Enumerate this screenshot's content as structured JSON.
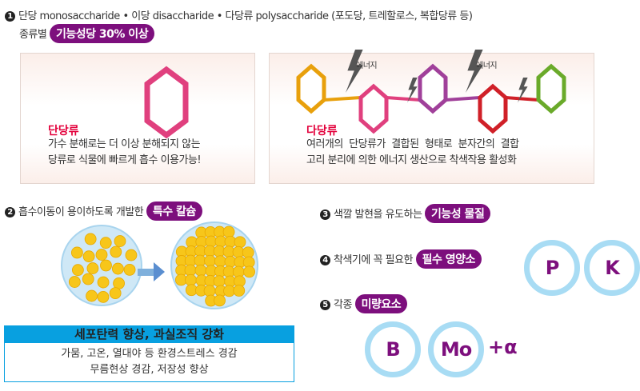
{
  "section1": {
    "number": "1",
    "line1": "단당 monosaccharide • 이당 disaccharide • 다당류 polysaccharide (포도당, 트레할로스, 복합당류 등)",
    "prefix": "종류별",
    "badge": "기능성당 30% 이상",
    "mono": {
      "title": "단당류",
      "lines": [
        "가수 분해로는 더 이상 분해되지 않는",
        "당류로 식물에 빠르게 흡수 이용가능!"
      ]
    },
    "poly": {
      "title": "다당류",
      "lines": [
        "여러개의  단당류가  결합된  형태로  분자간의  결합",
        "고리 분리에 의한 에너지 생산으로 착색작용 활성화"
      ],
      "energy_label": "에너지"
    }
  },
  "section2": {
    "number": "2",
    "text": "흡수이동이 용이하도록 개발한",
    "badge": "특수 칼슘",
    "box_title": "세포탄력 향상, 과실조직 강화",
    "box_lines": [
      "가뭄, 고온, 열대야 등 환경스트레스 경감",
      "무름현상 경감, 저장성 향상"
    ]
  },
  "section3": {
    "number": "3",
    "text": "색깔 발현을 유도하는",
    "badge": "기능성 물질"
  },
  "section4": {
    "number": "4",
    "text": "착색기에 꼭 필요한",
    "badge": "필수 영양소",
    "elements": [
      "P",
      "K"
    ]
  },
  "section5": {
    "number": "5",
    "text": "각종",
    "badge": "미량요소",
    "elements": [
      "B",
      "Mo"
    ],
    "extra": "+α"
  },
  "colors": {
    "badge": "#7d0f7d",
    "accent_red": "#e3003b",
    "box_blue": "#08a0e0",
    "ring": "#a8dcf4",
    "hex": [
      "#e8a00c",
      "#e0407e",
      "#a0409a",
      "#d02028",
      "#6aaa2a"
    ]
  }
}
